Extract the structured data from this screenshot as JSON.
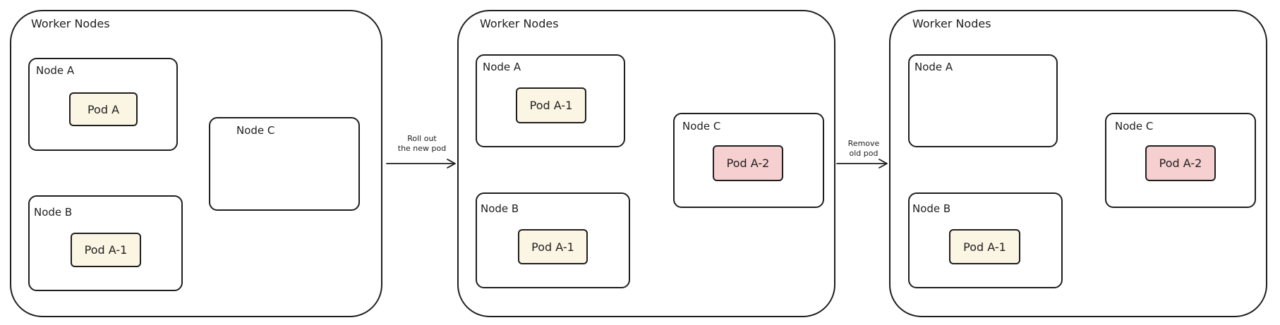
{
  "panels": [
    {
      "title": "Worker Nodes",
      "nodes": [
        {
          "name": "Node A",
          "pods": [
            "Pod A"
          ]
        },
        {
          "name": "Node B",
          "pods": [
            "Pod A-1"
          ]
        },
        {
          "name": "Node C",
          "pods": []
        }
      ]
    },
    {
      "title": "Worker Nodes",
      "nodes": [
        {
          "name": "Node A",
          "pods": [
            "Pod A-1"
          ]
        },
        {
          "name": "Node B",
          "pods": [
            "Pod A-1"
          ]
        },
        {
          "name": "Node C",
          "pods": [
            "Pod A-2"
          ]
        }
      ]
    },
    {
      "title": "Worker Nodes",
      "nodes": [
        {
          "name": "Node A",
          "pods": []
        },
        {
          "name": "Node B",
          "pods": [
            "Pod A-1"
          ]
        },
        {
          "name": "Node C",
          "pods": [
            "Pod A-2"
          ]
        }
      ]
    }
  ],
  "arrows": [
    {
      "line1": "Roll out",
      "line2": "the new pod"
    },
    {
      "line1": "Remove",
      "line2": "old pod"
    }
  ],
  "colors": {
    "stroke": "#1e1e1e",
    "old_pod_fill": "#fbf5e3",
    "new_pod_fill": "#f6cfd0"
  }
}
